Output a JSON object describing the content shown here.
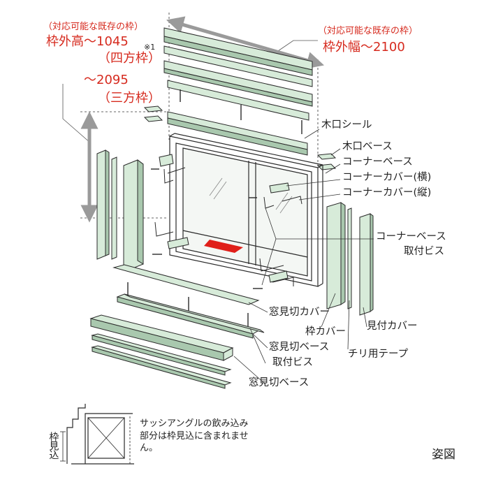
{
  "colors": {
    "part_fill": "#d7ebd9",
    "part_dark": "#a9c8ae",
    "outline": "#2a2a2a",
    "highlight": "#e0201a",
    "arrow": "#9a9a9a",
    "text_red": "#d62a1e"
  },
  "left_spec": {
    "subtitle": "（対応可能な既存の枠）",
    "height_label": "枠外高～1045",
    "four_side": "（四方枠）",
    "height_alt": "～2095",
    "three_side": "（三方枠）"
  },
  "right_spec": {
    "subtitle": "（対応可能な既存の枠）",
    "width_label": "枠外幅～2100"
  },
  "footnote_mark": "※1",
  "callouts": {
    "kiguchi_seal": "木口シール",
    "kiguchi_base": "木口ベース",
    "corner_base": "コーナーベース",
    "corner_cover_h": "コーナーカバー(横)",
    "corner_cover_v": "コーナーカバー(縦)",
    "corner_base_screw_1": "コーナーベース",
    "corner_base_screw_2": "取付ビス",
    "sill_cover": "窓見切カバー",
    "sill_base_screw_1": "窓見切ベース",
    "sill_base_screw_2": "取付ビス",
    "sill_base": "窓見切ベース",
    "frame_cover": "枠カバー",
    "chiri_tape": "チリ用テープ",
    "mitsuke_cover": "見付カバー"
  },
  "inset": {
    "depth_label": "枠見込",
    "note": "サッシアングルの飲み込み部分は枠見込に含まれません。"
  },
  "view_label": "姿図"
}
